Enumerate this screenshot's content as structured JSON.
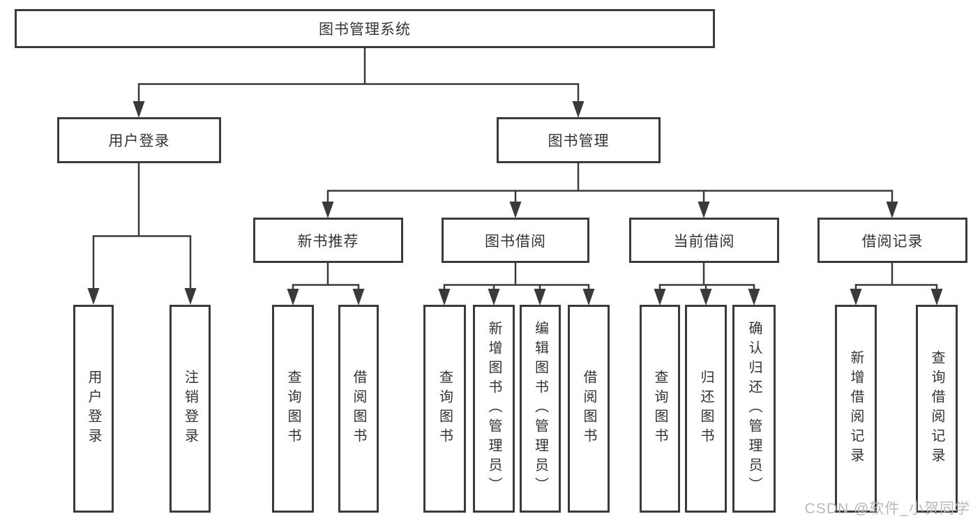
{
  "colors": {
    "line": "#3a3a3a",
    "text": "#333333",
    "watermark": "#b9b9b9",
    "background": "#ffffff"
  },
  "diagram_type": "hierarchy-tree",
  "nodes": {
    "root": {
      "label": "图书管理系统"
    },
    "l2": [
      {
        "label": "用户登录"
      },
      {
        "label": "图书管理"
      }
    ],
    "l3": [
      {
        "label": "新书推荐",
        "parent": "图书管理"
      },
      {
        "label": "图书借阅",
        "parent": "图书管理"
      },
      {
        "label": "当前借阅",
        "parent": "图书管理"
      },
      {
        "label": "借阅记录",
        "parent": "图书管理"
      }
    ],
    "l4": [
      {
        "label": "用户登录",
        "parent": "用户登录"
      },
      {
        "label": "注销登录",
        "parent": "用户登录"
      },
      {
        "label": "查询图书",
        "parent": "新书推荐"
      },
      {
        "label": "借阅图书",
        "parent": "新书推荐"
      },
      {
        "label": "查询图书",
        "parent": "图书借阅"
      },
      {
        "label": "新增图书（管理员）",
        "parent": "图书借阅"
      },
      {
        "label": "编辑图书（管理员）",
        "parent": "图书借阅"
      },
      {
        "label": "借阅图书",
        "parent": "图书借阅"
      },
      {
        "label": "查询图书",
        "parent": "当前借阅"
      },
      {
        "label": "归还图书",
        "parent": "当前借阅"
      },
      {
        "label": "确认归还（管理员）",
        "parent": "当前借阅"
      },
      {
        "label": "新增借阅记录",
        "parent": "借阅记录"
      },
      {
        "label": "查询借阅记录",
        "parent": "借阅记录"
      }
    ]
  },
  "watermark": {
    "text": "CSDN @软件_小贺同学"
  }
}
